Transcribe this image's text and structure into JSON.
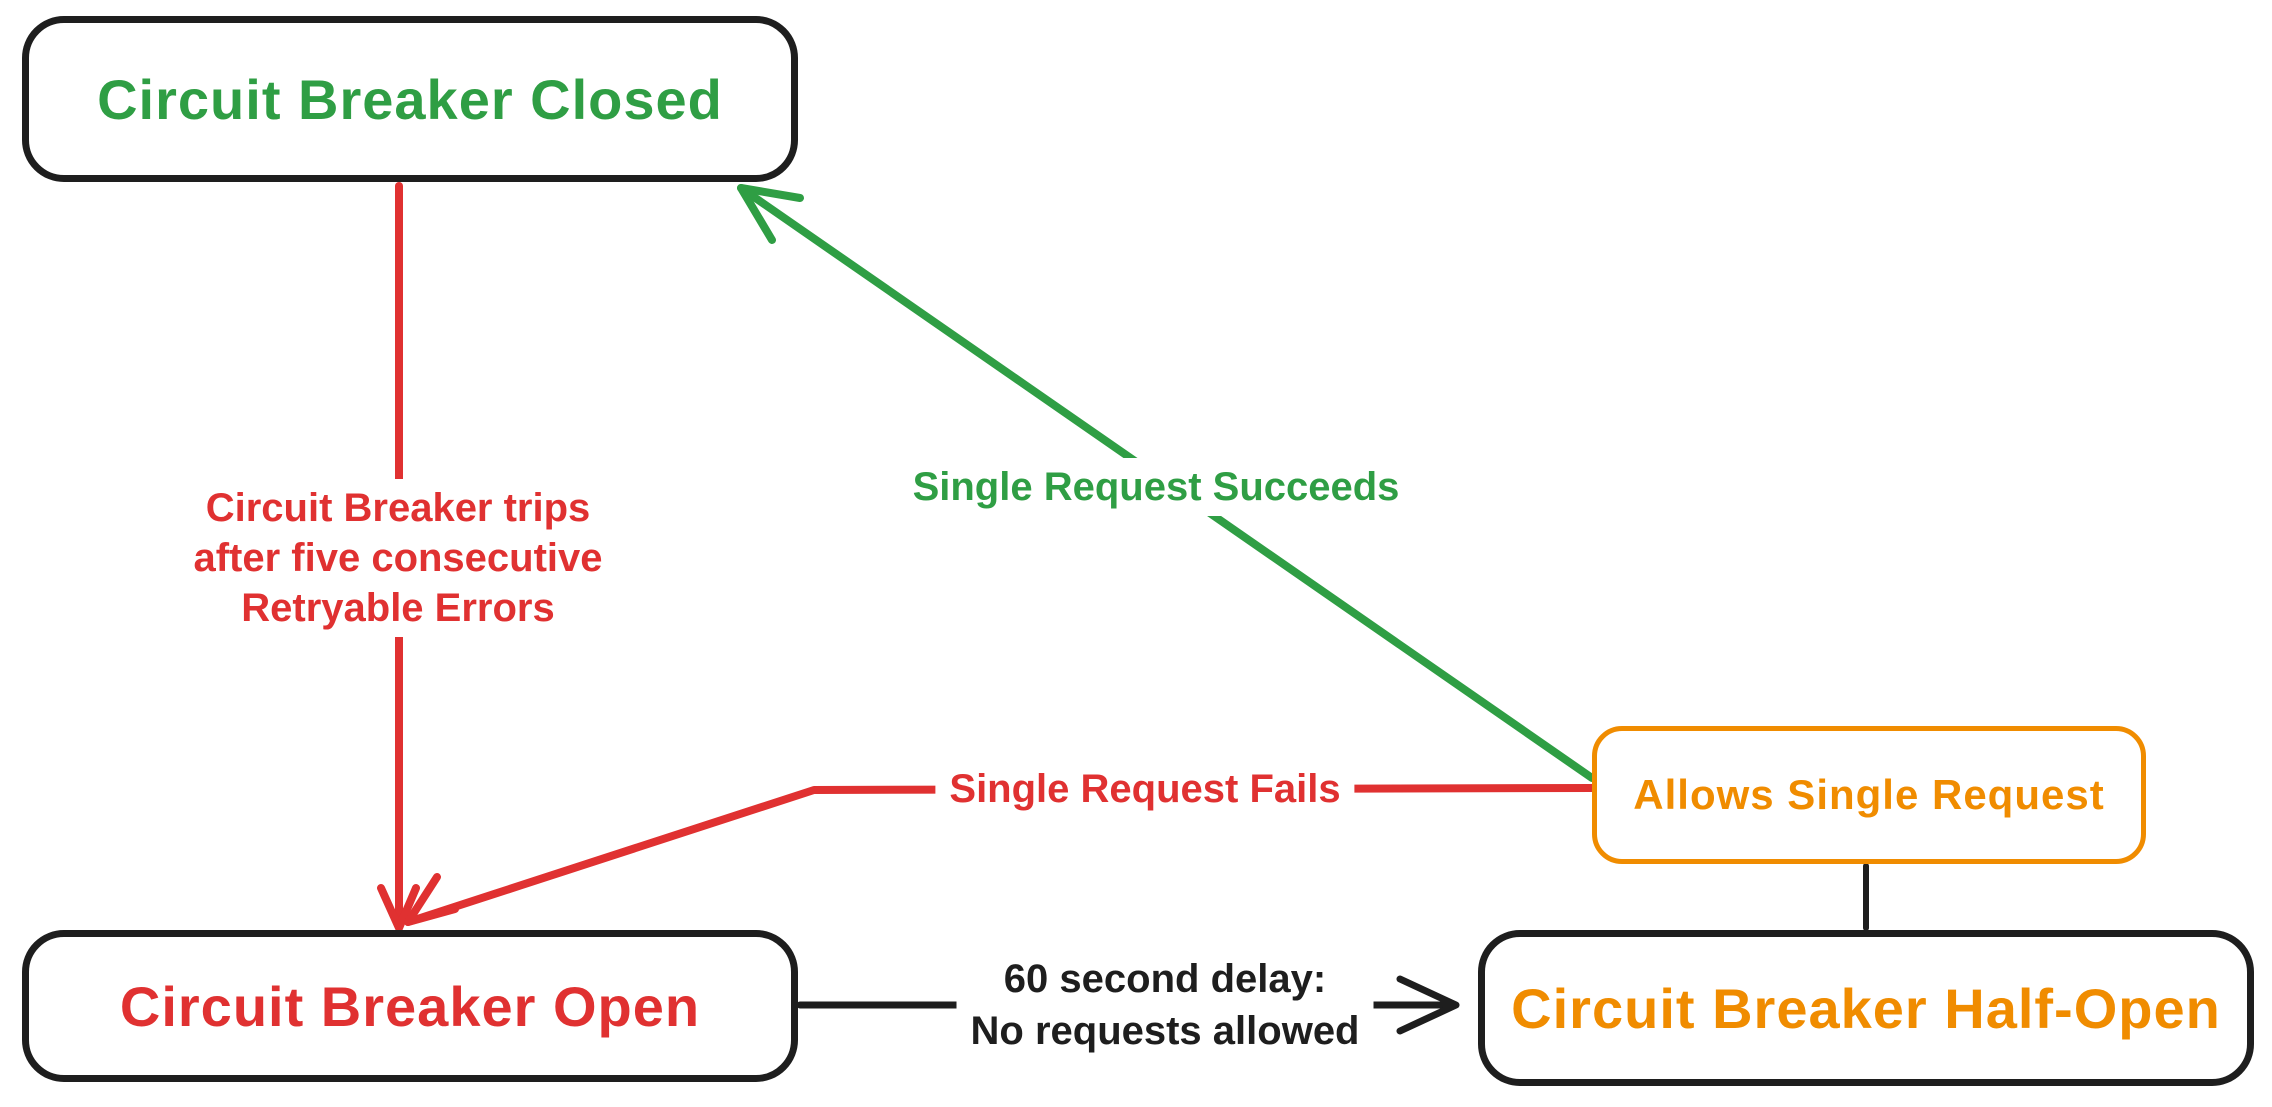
{
  "colors": {
    "black": "#1e1e1e",
    "red": "#e03131",
    "green": "#2f9e44",
    "orange": "#f08c00",
    "background": "#ffffff"
  },
  "nodes": {
    "closed": {
      "label": "Circuit Breaker Closed"
    },
    "open": {
      "label": "Circuit Breaker Open"
    },
    "half_open": {
      "label": "Circuit Breaker Half-Open"
    },
    "allows": {
      "label": "Allows Single Request"
    }
  },
  "edges": {
    "trips": {
      "label_lines": [
        "Circuit Breaker trips",
        "after five consecutive",
        "Retryable Errors"
      ]
    },
    "succeeds": {
      "label": "Single Request Succeeds"
    },
    "fails": {
      "label": "Single Request Fails"
    },
    "delay": {
      "label_lines": [
        "60 second delay:",
        "No requests allowed"
      ]
    }
  }
}
